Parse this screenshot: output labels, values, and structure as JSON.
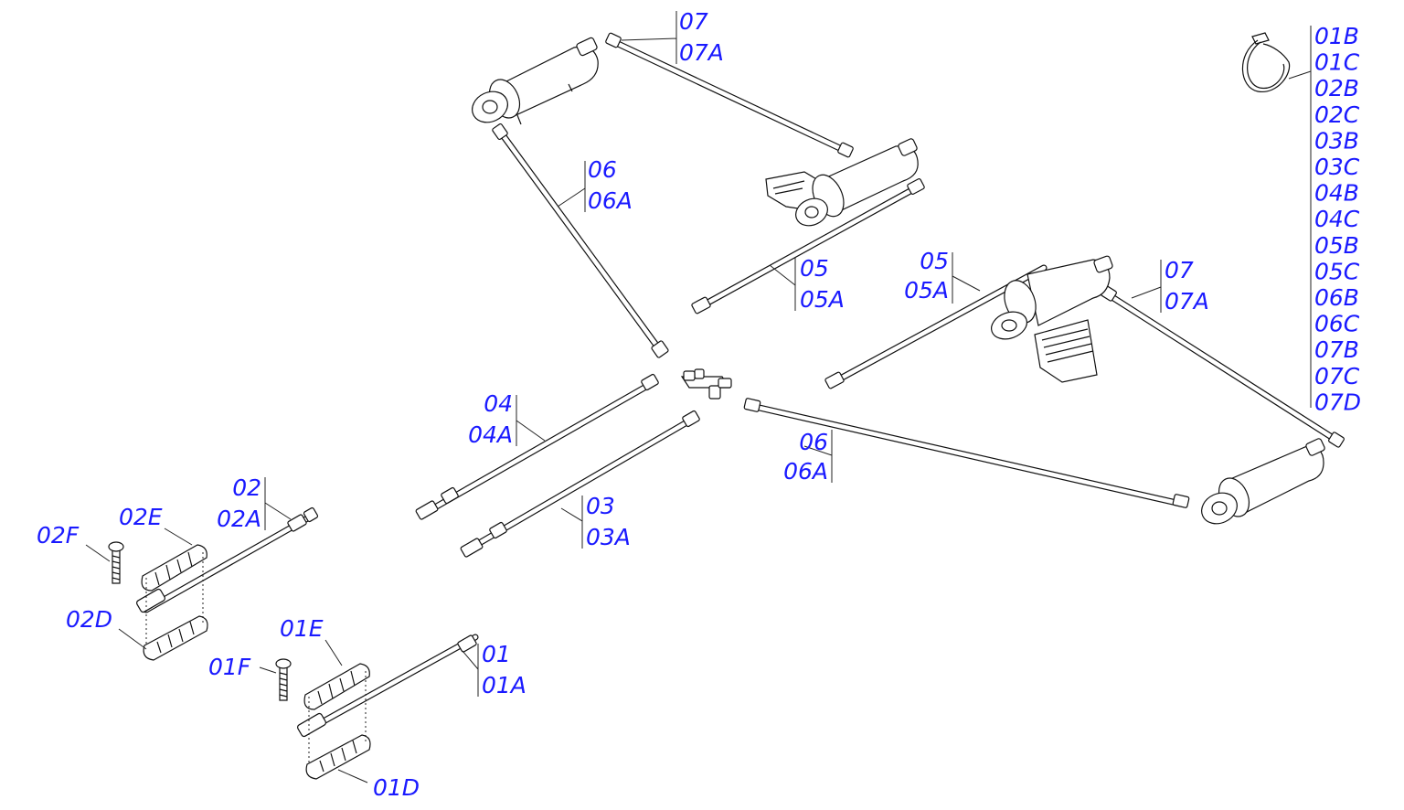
{
  "callouts": {
    "c07_top": "07",
    "c07A_top": "07A",
    "c06_upper": "06",
    "c06A_upper": "06A",
    "c05_mid": "05",
    "c05A_mid": "05A",
    "c05_right": "05",
    "c05A_right": "05A",
    "c07_right": "07",
    "c07A_right": "07A",
    "c04": "04",
    "c04A": "04A",
    "c03": "03",
    "c03A": "03A",
    "c06_lower": "06",
    "c06A_lower": "06A",
    "c02": "02",
    "c02A": "02A",
    "c02E": "02E",
    "c02F": "02F",
    "c02D": "02D",
    "c01": "01",
    "c01A": "01A",
    "c01E": "01E",
    "c01F": "01F",
    "c01D": "01D"
  },
  "clamp_codes": [
    "01B",
    "01C",
    "02B",
    "02C",
    "03B",
    "03C",
    "04B",
    "04C",
    "05B",
    "05C",
    "06B",
    "06C",
    "07B",
    "07C",
    "07D"
  ],
  "colors": {
    "callout": "#1a1aff",
    "ink": "#111111"
  }
}
